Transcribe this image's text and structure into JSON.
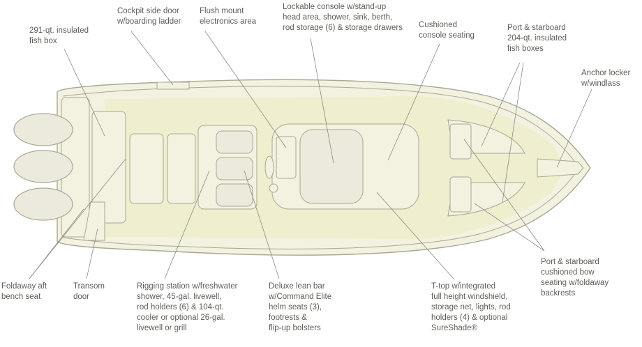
{
  "diagram": {
    "colors": {
      "hull_fill": "#f3f1df",
      "hull_stroke": "#a9a892",
      "deck_fill": "#efeecf",
      "engine_fill": "#eceadd",
      "leader": "#8a8a84",
      "text": "#5e5e58"
    },
    "callouts": [
      {
        "id": "fish-box-291",
        "lines": [
          "291-qt. insulated",
          "fish box"
        ]
      },
      {
        "id": "cockpit-side-door",
        "lines": [
          "Cockpit side door",
          "w/boarding ladder"
        ]
      },
      {
        "id": "flush-mount-electronics",
        "lines": [
          "Flush mount",
          "electronics area"
        ]
      },
      {
        "id": "lockable-console",
        "lines": [
          "Lockable console w/stand-up",
          "head area, shower, sink, berth,",
          "rod storage (6) & storage drawers"
        ]
      },
      {
        "id": "cushioned-console-seating",
        "lines": [
          "Cushioned",
          "console seating"
        ]
      },
      {
        "id": "port-starboard-fish-boxes",
        "lines": [
          "Port & starboard",
          "204-qt. insulated",
          "fish boxes"
        ]
      },
      {
        "id": "anchor-locker",
        "lines": [
          "Anchor locker",
          "w/windlass"
        ]
      },
      {
        "id": "foldaway-aft-bench",
        "lines": [
          "Foldaway aft",
          "bench seat"
        ]
      },
      {
        "id": "transom-door",
        "lines": [
          "Transom",
          "door"
        ]
      },
      {
        "id": "rigging-station",
        "lines": [
          "Rigging station w/freshwater",
          "shower, 45-gal. livewell,",
          "rod holders (6) & 104-qt.",
          "cooler or optional 26-gal.",
          "livewell or grill"
        ]
      },
      {
        "id": "deluxe-lean-bar",
        "lines": [
          "Deluxe lean bar",
          "w/Command Elite",
          "helm seats (3),",
          "footrests &",
          "flip-up bolsters"
        ]
      },
      {
        "id": "t-top",
        "lines": [
          "T-top w/integrated",
          "full height windshield,",
          "storage net, lights, rod",
          "holders (4) & optional",
          "SureShade®"
        ]
      },
      {
        "id": "bow-seating",
        "lines": [
          "Port & starboard",
          "cushioned bow",
          "seating w/foldaway",
          "backrests"
        ]
      }
    ]
  }
}
